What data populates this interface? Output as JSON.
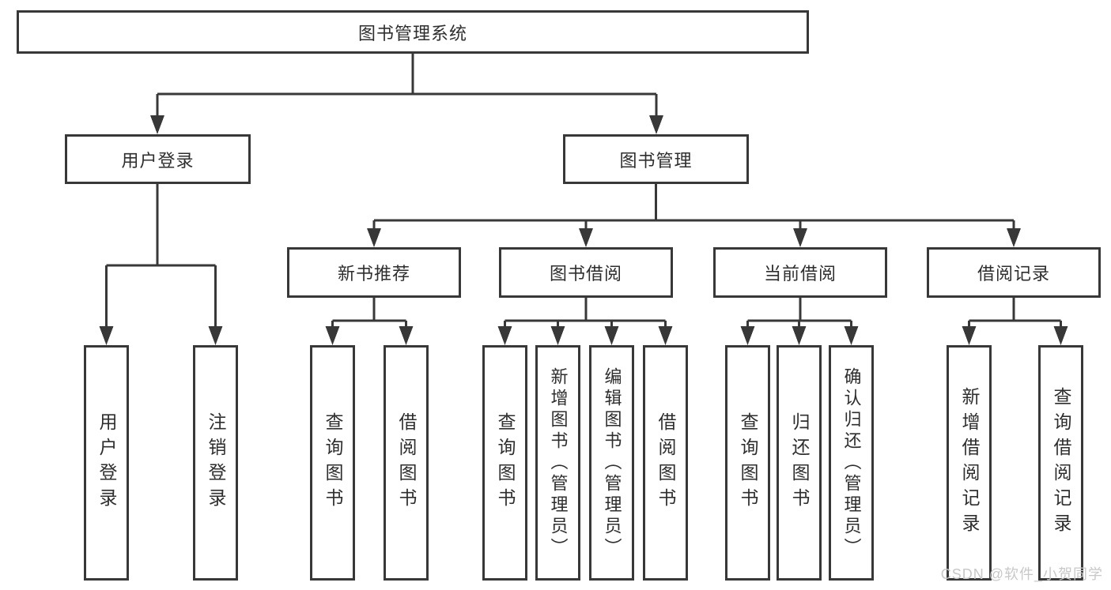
{
  "nodes": {
    "root": "图书管理系统",
    "user_login": "用户登录",
    "book_mgmt": "图书管理",
    "new_book_rec": "新书推荐",
    "book_borrow": "图书借阅",
    "current_borrow": "当前借阅",
    "borrow_record": "借阅记录"
  },
  "leaves": {
    "user_login": [
      "用户登录",
      "注销登录"
    ],
    "new_book_rec": [
      "查询图书",
      "借阅图书"
    ],
    "book_borrow": [
      "查询图书",
      "新增图书（管理员）",
      "编辑图书（管理员）",
      "借阅图书"
    ],
    "current_borrow": [
      "查询图书",
      "归还图书",
      "确认归还（管理员）"
    ],
    "borrow_record": [
      "新增借阅记录",
      "查询借阅记录"
    ]
  },
  "watermark": "CSDN @软件_小贺同学",
  "colors": {
    "line": "#383838",
    "text": "#2e2e2e",
    "background": "#ffffff",
    "watermark": "#c8c8c8"
  }
}
